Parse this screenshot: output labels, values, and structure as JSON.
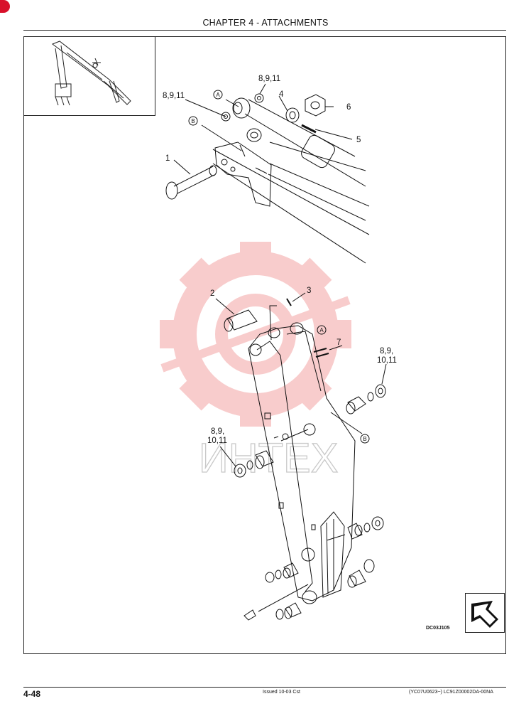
{
  "header": {
    "chapter_title": "CHAPTER 4 - ATTACHMENTS"
  },
  "figure": {
    "code": "DC03J105",
    "watermark_text": "ИНТЕХ",
    "callouts": {
      "c1": "1",
      "c2": "2",
      "c3": "3",
      "c4": "4",
      "c5": "5",
      "c6": "6",
      "c7": "7",
      "c8911_a": "8,9,11",
      "c8911_b": "8,9,11",
      "c891011_a1": "8,9,",
      "c891011_a2": "10,11",
      "c891011_b1": "8,9,",
      "c891011_b2": "10,11",
      "refA1": "A",
      "refA2": "A",
      "refB1": "B",
      "refB2": "B"
    }
  },
  "footer": {
    "page_number": "4-48",
    "issued": "Issued 10-03   Cst",
    "doc_id": "(YC07U0623~)   LC91Z00002DA-00NA"
  }
}
